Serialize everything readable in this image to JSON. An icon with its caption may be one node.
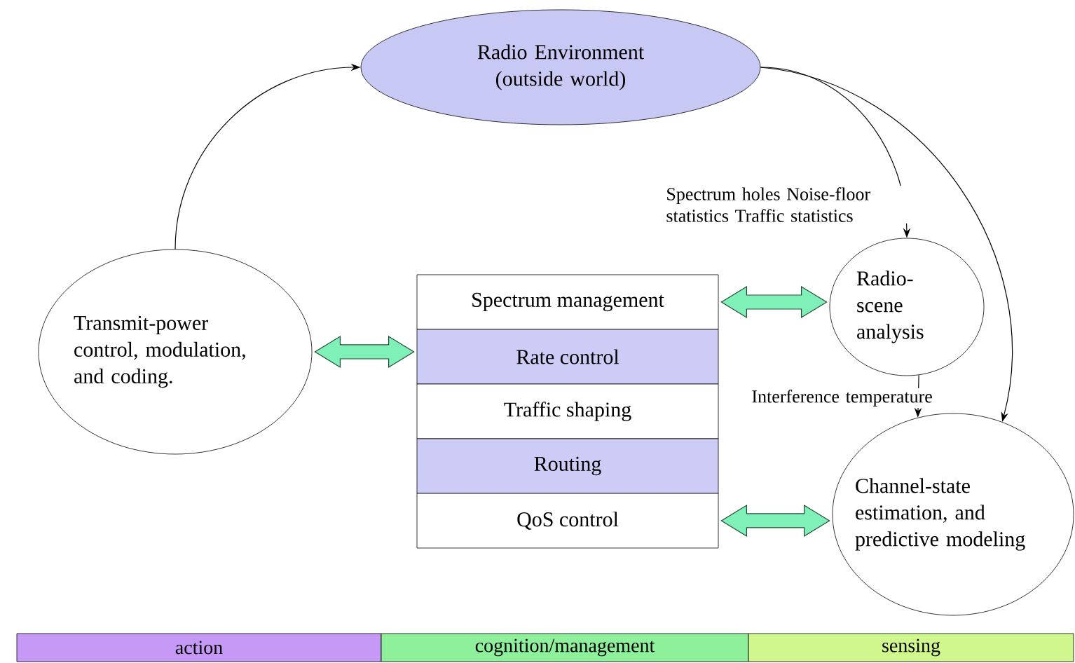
{
  "diagram": {
    "nodes": [
      {
        "text": [
          "Radio Environment (outside world)"
        ]
      },
      {
        "text": [
          "Transmit-power control, modulation, and coding."
        ]
      },
      {
        "text": [
          "Radio-scene analysis"
        ]
      },
      {
        "text": [
          "Channel-state estimation, and predictive modeling"
        ]
      },
      {
        "text": [
          "Spectrum management"
        ]
      },
      {
        "text": [
          "Rate control"
        ]
      },
      {
        "text": [
          "Traffic shaping"
        ]
      },
      {
        "text": [
          "Routing"
        ]
      },
      {
        "text": [
          "QoS control"
        ]
      },
      {
        "text": [
          "action"
        ]
      },
      {
        "text": [
          "cognition/management"
        ]
      },
      {
        "text": [
          "sensing"
        ]
      }
    ],
    "edges": [
      {
        "from": 1,
        "to": 0,
        "arrow": "to"
      },
      {
        "from": 0,
        "to": 2,
        "arrow": "to",
        "label": "Spectrum holes Noise-floor statistics Traffic statistics"
      },
      {
        "from": 0,
        "to": 3,
        "arrow": "to"
      },
      {
        "from": 2,
        "to": 3,
        "arrow": "to",
        "label": "Interference temperature"
      },
      {
        "from": 1,
        "to": 5,
        "arrow": "both",
        "style": "thick",
        "color": "#7ff0b8"
      },
      {
        "from": 4,
        "to": 2,
        "arrow": "both",
        "style": "thick",
        "color": "#7ff0b8"
      },
      {
        "from": 8,
        "to": 3,
        "arrow": "both",
        "style": "thick",
        "color": "#7ff0b8"
      }
    ]
  }
}
